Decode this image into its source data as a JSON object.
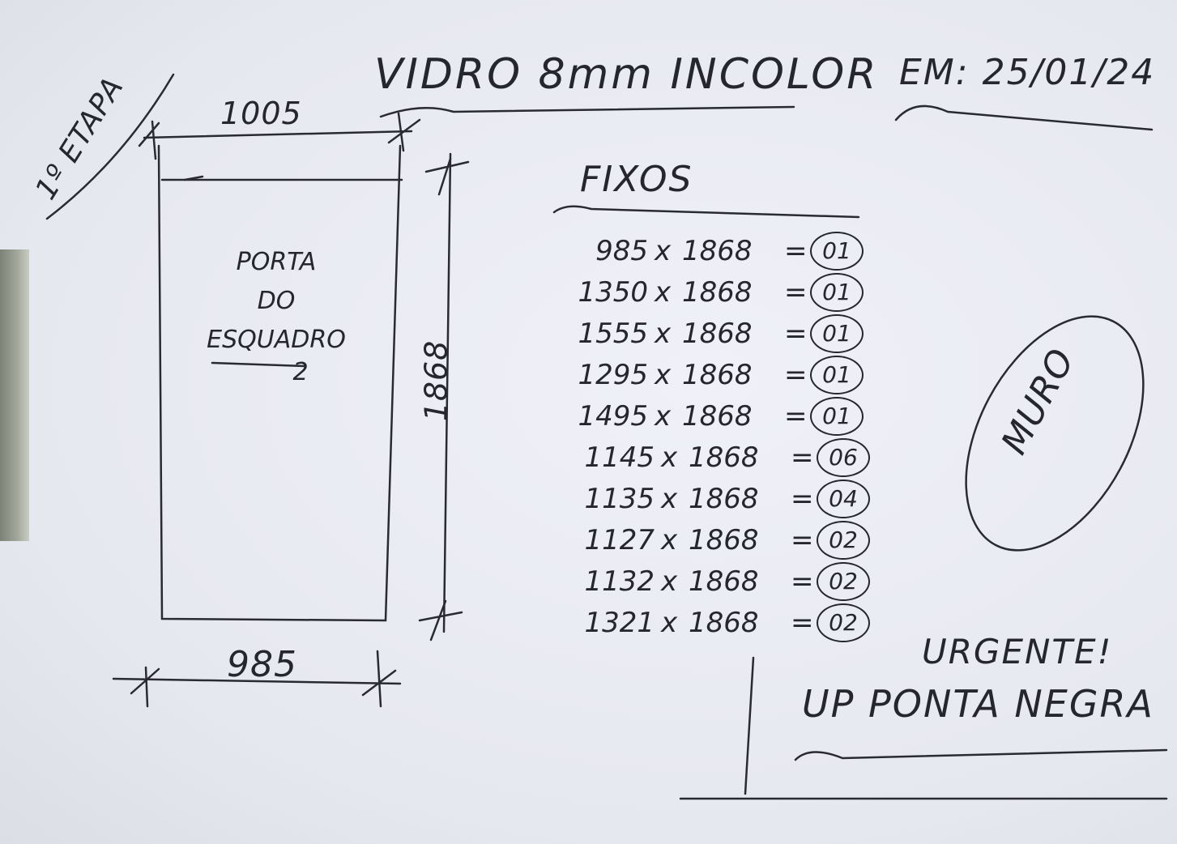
{
  "sheet": {
    "title": "VIDRO 8mm INCOLOR",
    "date": "EM: 25/01/24",
    "stage": "1º ETAPA",
    "door": {
      "label_lines": [
        "PORTA",
        "DO",
        "ESQUADRO"
      ],
      "label_number": "2",
      "width_top": "1005",
      "width_bottom": "985",
      "height": "1868"
    },
    "fixed_header": "FIXOS",
    "fixed_items": [
      {
        "width": "985",
        "height": "1868",
        "qty": "01"
      },
      {
        "width": "1350",
        "height": "1868",
        "qty": "01"
      },
      {
        "width": "1555",
        "height": "1868",
        "qty": "01"
      },
      {
        "width": "1295",
        "height": "1868",
        "qty": "01"
      },
      {
        "width": "1495",
        "height": "1868",
        "qty": "01"
      },
      {
        "width": "1145",
        "height": "1868",
        "qty": "06"
      },
      {
        "width": "1135",
        "height": "1868",
        "qty": "04"
      },
      {
        "width": "1127",
        "height": "1868",
        "qty": "02"
      },
      {
        "width": "1132",
        "height": "1868",
        "qty": "02"
      },
      {
        "width": "1321",
        "height": "1868",
        "qty": "02"
      }
    ],
    "wall_note": "MURO",
    "urgent_note": "URGENTE!",
    "unit_note": "UP PONTA NEGRA"
  }
}
